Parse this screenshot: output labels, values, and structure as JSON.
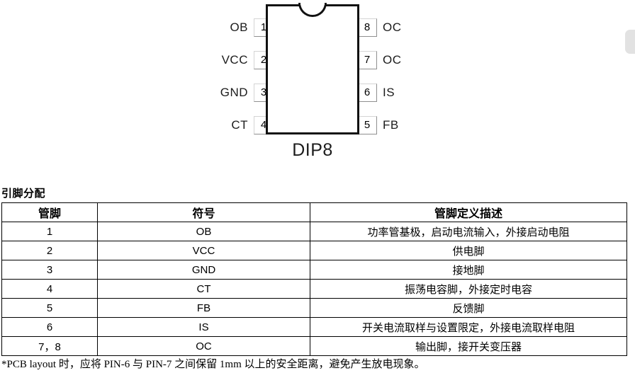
{
  "package": {
    "name": "DIP8",
    "notch": "top-center-semicircle",
    "pins_left": [
      {
        "number": "1",
        "label": "OB"
      },
      {
        "number": "2",
        "label": "VCC"
      },
      {
        "number": "3",
        "label": "GND"
      },
      {
        "number": "4",
        "label": "CT"
      }
    ],
    "pins_right": [
      {
        "number": "8",
        "label": "OC"
      },
      {
        "number": "7",
        "label": "OC"
      },
      {
        "number": "6",
        "label": "IS"
      },
      {
        "number": "5",
        "label": "FB"
      }
    ]
  },
  "section": {
    "heading": "引脚分配"
  },
  "table": {
    "headers": [
      "管脚",
      "符号",
      "管脚定义描述"
    ],
    "rows": [
      {
        "pin": "1",
        "symbol": "OB",
        "description": "功率管基极，启动电流输入，外接启动电阻"
      },
      {
        "pin": "2",
        "symbol": "VCC",
        "description": "供电脚"
      },
      {
        "pin": "3",
        "symbol": "GND",
        "description": "接地脚"
      },
      {
        "pin": "4",
        "symbol": "CT",
        "description": "振荡电容脚，外接定时电容"
      },
      {
        "pin": "5",
        "symbol": "FB",
        "description": "反馈脚"
      },
      {
        "pin": "6",
        "symbol": "IS",
        "description": "开关电流取样与设置限定，外接电流取样电阻"
      },
      {
        "pin": "7，8",
        "symbol": "OC",
        "description": "输出脚，接开关变压器"
      }
    ]
  },
  "footnote": {
    "text": "*PCB layout 时，应将 PIN-6 与 PIN-7 之间保留 1mm 以上的安全距离，避免产生放电现象。"
  },
  "colors": {
    "outline": "#111111",
    "pin_box_border": "#d4d4d4",
    "table_border": "#000000",
    "scrollbar": "#e2e2e2"
  }
}
